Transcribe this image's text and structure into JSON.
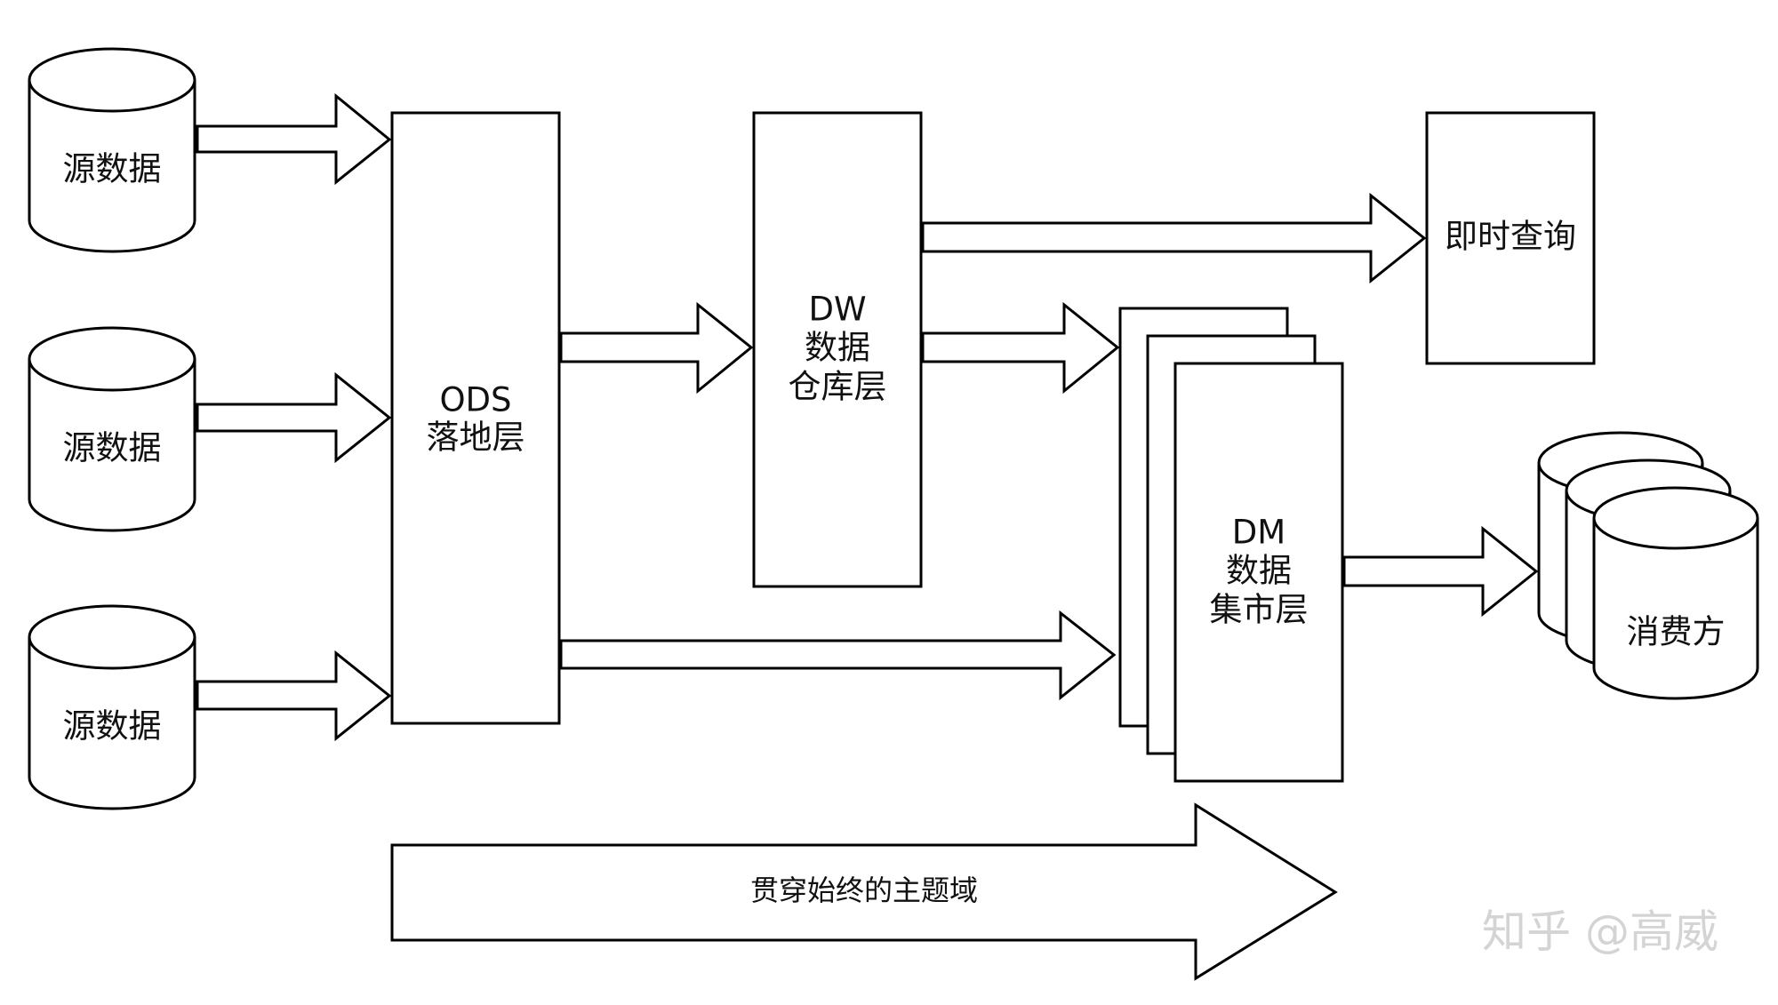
{
  "sources": [
    {
      "label": "源数据"
    },
    {
      "label": "源数据"
    },
    {
      "label": "源数据"
    }
  ],
  "ods": {
    "line1": "ODS",
    "line2": "落地层"
  },
  "dw": {
    "line1": "DW",
    "line2": "数据",
    "line3": "仓库层"
  },
  "dm": {
    "line1": "DM",
    "line2": "数据",
    "line3": "集市层"
  },
  "instant_query": {
    "label": "即时查询"
  },
  "consumer": {
    "label": "消费方"
  },
  "subject_domain": {
    "label": "贯穿始终的主题域"
  },
  "watermark": {
    "text": "知乎 @高威"
  },
  "colors": {
    "stroke": "#000000",
    "fill": "#ffffff",
    "watermark": "#d4d4d4"
  }
}
